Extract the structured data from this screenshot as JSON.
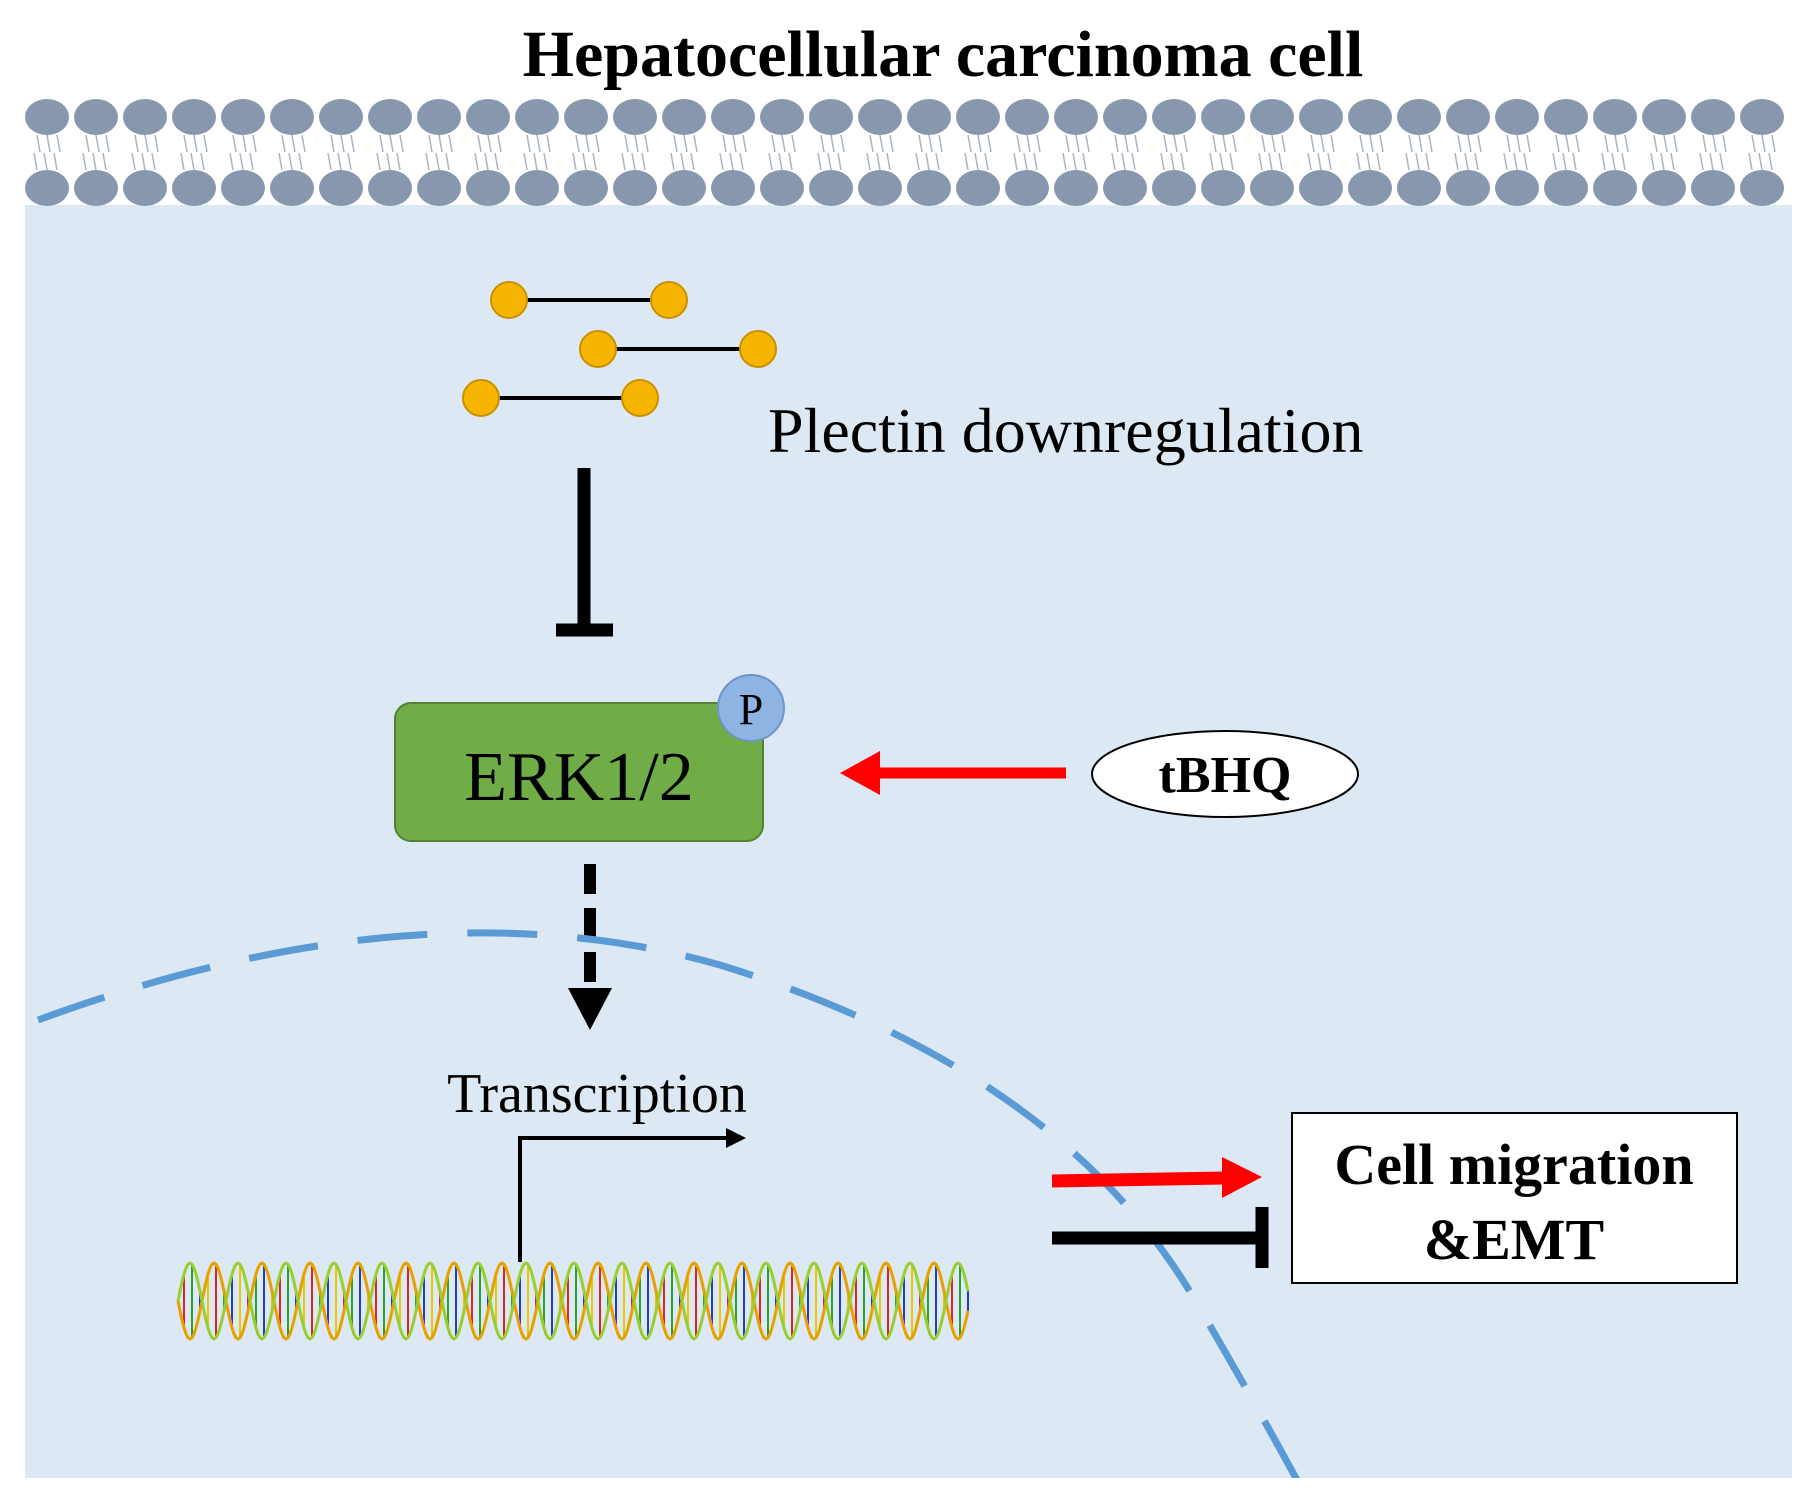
{
  "title": "Hepatocellular carcinoma cell",
  "labels": {
    "plectin": "Plectin downregulation",
    "erk": "ERK1/2",
    "phospho": "P",
    "tbhq": "tBHQ",
    "transcription": "Transcription",
    "outcome_line1": "Cell migration",
    "outcome_line2": "&EMT"
  },
  "colors": {
    "cytoplasm": "#dde8f5",
    "membrane_head": "#8697ae",
    "plectin_node": "#f7b500",
    "erk_box": "#70ad47",
    "phospho_circle": "#8eb4e3",
    "nucleus_border": "#5b9bd5",
    "activation_arrow": "#ff0000",
    "inhibition": "#000000"
  },
  "icons": {
    "membrane": "lipid-bilayer-icon",
    "plectin": "plectin-filament-icon",
    "dna": "dna-helix-icon"
  }
}
